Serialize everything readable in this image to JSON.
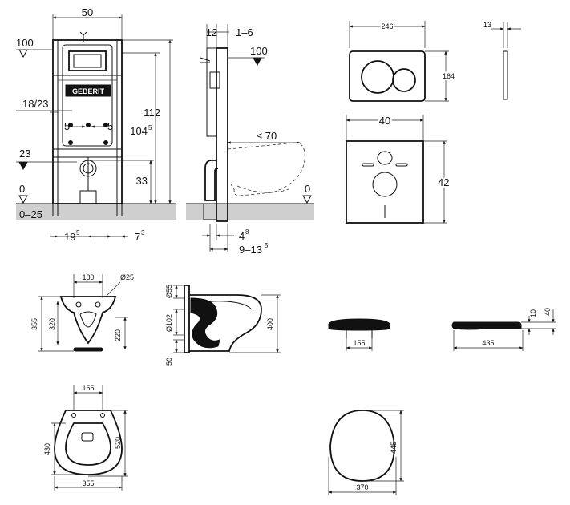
{
  "frame": {
    "width": "50",
    "level_100": "100",
    "offset_18_23": "18/23",
    "offset_5_left": "5",
    "offset_5_right": "5",
    "level_23": "23",
    "level_0": "0",
    "range_0_25": "0–25",
    "dim_19": "19",
    "dim_19_sup": "5",
    "dim_7": "7",
    "dim_7_sup": "3",
    "height_112": "112",
    "height_104": "104",
    "height_104_sup": "5",
    "height_33": "33",
    "brand": "GEBERIT"
  },
  "side": {
    "dim_12": "12",
    "dim_1_6": "1–6",
    "level_100": "100",
    "dim_le_70": "≤ 70",
    "level_0": "0",
    "dim_4": "4",
    "dim_4_sup": "8",
    "dim_9_13": "9–13",
    "dim_9_13_sup": "5"
  },
  "plate": {
    "width": "246",
    "depth": "13",
    "height": "164"
  },
  "template": {
    "width": "40",
    "height": "42"
  },
  "bowl_front": {
    "spacing": "180",
    "diameter": "Ø25",
    "h355": "355",
    "h320": "320",
    "h220": "220"
  },
  "bowl_side": {
    "d55": "Ø55",
    "d102": "Ø102",
    "h50": "50",
    "h400": "400"
  },
  "seat_front": {
    "w155": "155"
  },
  "seat_side": {
    "w435": "435",
    "h10": "10",
    "h40": "40"
  },
  "bowl_top": {
    "w155": "155",
    "w355": "355",
    "h430": "430",
    "h520": "520"
  },
  "seat_top": {
    "w370": "370",
    "h445": "445"
  }
}
